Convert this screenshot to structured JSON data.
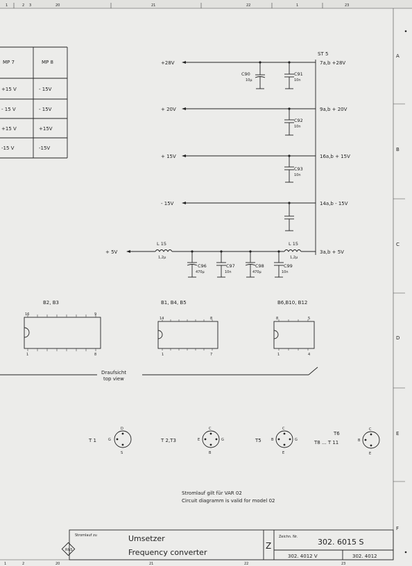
{
  "frame": {
    "top_numbers": [
      "1",
      "2",
      "3",
      "20",
      "21",
      "22",
      "1",
      "23"
    ],
    "bottom_numbers": [
      "1",
      "2",
      "20",
      "21",
      "22",
      "23"
    ],
    "right_letters": [
      "A",
      "B",
      "C",
      "D",
      "E",
      "F"
    ]
  },
  "table": {
    "headers": [
      "MP 7",
      "MP 8"
    ],
    "rows": [
      [
        "+15 V",
        "- 15V"
      ],
      [
        "- 15 V",
        "- 15V"
      ],
      [
        "+15 V",
        "+15V"
      ],
      [
        "-15 V",
        "-15V"
      ]
    ]
  },
  "power": {
    "connector_label": "ST 5",
    "rails": [
      {
        "label": "+28V",
        "right": "7a,b  +28V"
      },
      {
        "label": "+ 20V",
        "right": "9a,b  + 20V"
      },
      {
        "label": "+ 15V",
        "right": "16a,b  + 15V"
      },
      {
        "label": "- 15V",
        "right": "14a,b  - 15V"
      }
    ],
    "five_v_left": "+ 5V",
    "five_v_right": "3a,b  + 5V",
    "inductors": [
      {
        "name": "L 15",
        "value": "1,2μ"
      },
      {
        "name": "L 15",
        "value": "1,2μ"
      }
    ],
    "caps": [
      {
        "name": "C90",
        "value": "10μ"
      },
      {
        "name": "C91",
        "value": "10n"
      },
      {
        "name": "C92",
        "value": "10n"
      },
      {
        "name": "C93",
        "value": "10n"
      },
      {
        "name": "C96",
        "value": "470μ"
      },
      {
        "name": "C97",
        "value": "10n"
      },
      {
        "name": "C98",
        "value": "470μ"
      },
      {
        "name": "C99",
        "value": "10n"
      }
    ]
  },
  "ics": [
    {
      "label": "B2, B3",
      "pin_tl": "16",
      "pin_tr": "9",
      "pin_bl": "1",
      "pin_br": "8"
    },
    {
      "label": "B1, B4, B5",
      "pin_tl": "14",
      "pin_tr": "8",
      "pin_bl": "1",
      "pin_br": "7"
    },
    {
      "label": "B6,B10, B12",
      "pin_tl": "8",
      "pin_tr": "5",
      "pin_bl": "1",
      "pin_br": "4"
    }
  ],
  "view": {
    "line1": "Draufsicht",
    "line2": "top view"
  },
  "transistors": [
    {
      "label": "T 1",
      "pins": [
        "D",
        "G",
        "S"
      ]
    },
    {
      "label": "T 2,T3",
      "pins": [
        "C",
        "E",
        "G",
        "B"
      ]
    },
    {
      "label": "T5",
      "pins": [
        "C",
        "B",
        "G",
        "E"
      ]
    },
    {
      "label": "T6",
      "label2": "T8 ... T 11",
      "pins": [
        "C",
        "B",
        "E"
      ]
    }
  ],
  "note": {
    "de": "Stromlauf gilt für VAR 02",
    "en": "Circuit diagramm is valid for model 02"
  },
  "titleblock": {
    "caption": "Stromlauf zu",
    "title_de": "Umsetzer",
    "title_en": "Frequency  converter",
    "z": "Z",
    "drawing_label": "Zeichn. Nr.",
    "drawing_number": "302. 6015 S",
    "ref1": "302. 4012 V",
    "ref2": "302. 4012"
  }
}
